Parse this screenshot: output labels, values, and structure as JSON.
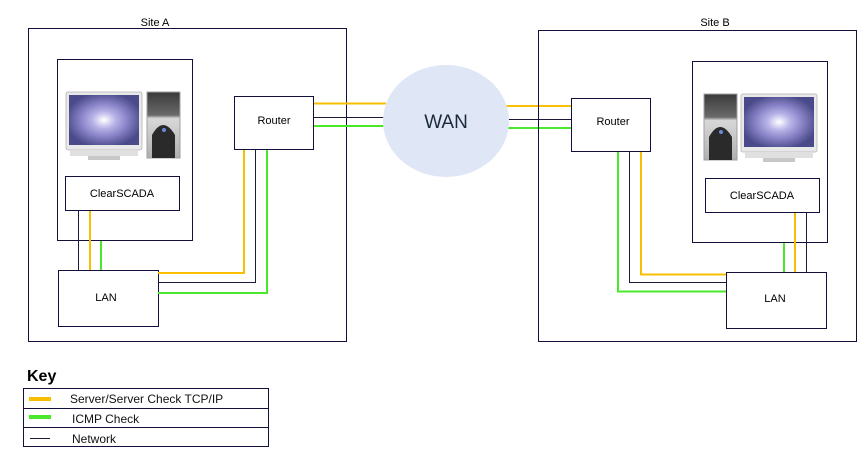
{
  "colors": {
    "tcp": "#f7bf00",
    "icmp": "#4ae82a",
    "network": "#1a1a3a",
    "border": "#10103a",
    "wan_fill": "#dfe6f5"
  },
  "site_a": {
    "title": "Site A",
    "router_label": "Router",
    "server_label": "ClearSCADA",
    "lan_label": "LAN"
  },
  "site_b": {
    "title": "Site B",
    "router_label": "Router",
    "server_label": "ClearSCADA",
    "lan_label": "LAN"
  },
  "wan": {
    "label": "WAN"
  },
  "key": {
    "title": "Key",
    "items": [
      {
        "label": "Server/Server Check TCP/IP",
        "type": "tcp"
      },
      {
        "label": "ICMP Check",
        "type": "icmp"
      },
      {
        "label": "Network",
        "type": "network"
      }
    ]
  }
}
